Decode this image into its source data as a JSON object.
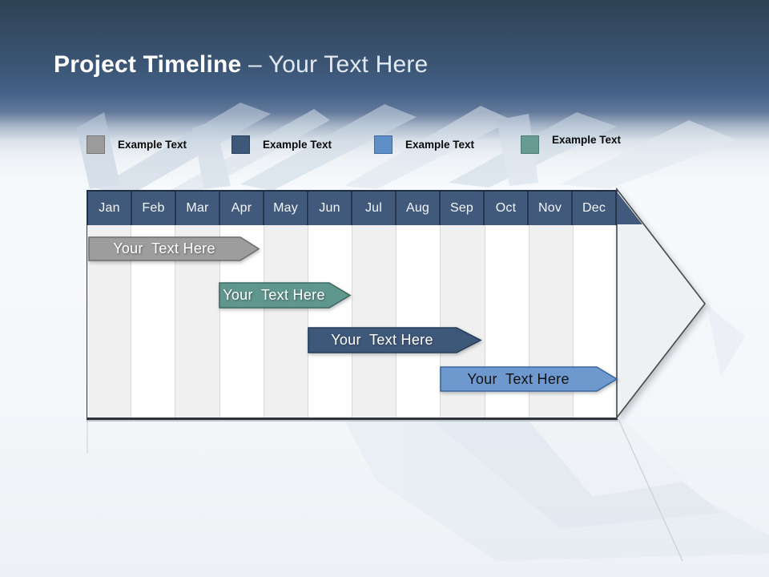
{
  "header": {
    "title_bold": "Project Timeline",
    "title_accent": "– Your Text Here",
    "banner_top_color": "#2d4254",
    "banner_mid_color": "#45638a"
  },
  "legend": {
    "items": [
      {
        "label": "Example Text",
        "color": "#9b9b9b"
      },
      {
        "label": "Example Text",
        "color": "#3e587a"
      },
      {
        "label": "Example Text",
        "color": "#5d8fc6"
      },
      {
        "label": "Example Text",
        "color": "#689c93"
      }
    ]
  },
  "timeline": {
    "months": [
      "Jan",
      "Feb",
      "Mar",
      "Apr",
      "May",
      "Jun",
      "Jul",
      "Aug",
      "Sep",
      "Oct",
      "Nov",
      "Dec"
    ],
    "month_header_color": "#41597b",
    "stripe_colors": [
      "#f0f0f0",
      "#ffffff"
    ],
    "arrowhead_color": "#eff0f1",
    "bars": [
      {
        "label": "Your  Text Here",
        "color": "#9d9d9d",
        "text_color": "#ffffff",
        "start_month": "Jan",
        "end_month": "Apr"
      },
      {
        "label": "Your  Text Here",
        "color": "#5f968e",
        "text_color": "#ffffff",
        "start_month": "Apr",
        "end_month": "Jun"
      },
      {
        "label": "Your  Text Here",
        "color": "#3e587a",
        "text_color": "#ffffff",
        "start_month": "Jun",
        "end_month": "Sep"
      },
      {
        "label": "Your  Text Here",
        "color": "#6d99cf",
        "text_color": "#111111",
        "start_month": "Sep",
        "end_month": "Dec"
      }
    ]
  }
}
